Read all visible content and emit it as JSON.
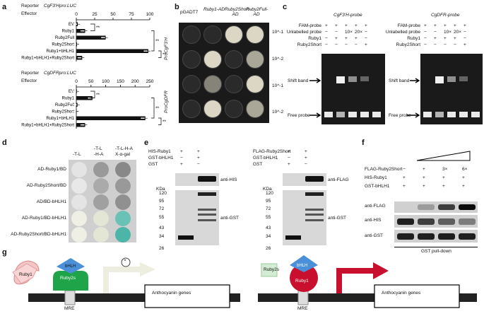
{
  "letters": {
    "a": "a",
    "b": "b",
    "c": "c",
    "d": "d",
    "e": "e",
    "f": "f",
    "g": "g"
  },
  "panel_a": {
    "reporter_label": "Reporter",
    "effector_label": "Effector",
    "top_reporter": "CgF3'Hpro:LUC",
    "bottom_reporter": "CgDFRpro:LUC",
    "rows": [
      "EV",
      "Ruby1",
      "Ruby2Full",
      "Ruby2Short",
      "Ruby1+bHLH1",
      "Ruby1+bHLH1+Ruby2Short"
    ],
    "sig": "**"
  },
  "chart_data": [
    {
      "type": "bar",
      "orientation": "horizontal",
      "title": "CgF3'Hpro:LUC",
      "categories": [
        "EV",
        "Ruby1",
        "Ruby2Full",
        "Ruby2Short",
        "Ruby1+bHLH1",
        "Ruby1+bHLH1+Ruby2Short"
      ],
      "values": [
        2,
        12,
        40,
        1,
        98,
        8
      ],
      "xticks": [
        0,
        25,
        50,
        75,
        100
      ],
      "xlim": [
        0,
        100
      ],
      "xlabel": "",
      "ylabel": ""
    },
    {
      "type": "bar",
      "orientation": "horizontal",
      "title": "CgDFRpro:LUC",
      "categories": [
        "EV",
        "Ruby1",
        "Ruby2Full",
        "Ruby2Short",
        "Ruby1+bHLH1",
        "Ruby1+bHLH1+Ruby2Short"
      ],
      "values": [
        2,
        55,
        4,
        1,
        235,
        30
      ],
      "xticks": [
        0,
        50,
        100,
        150,
        200,
        250
      ],
      "xlim": [
        0,
        250
      ],
      "xlabel": "",
      "ylabel": ""
    }
  ],
  "panel_b": {
    "cols": [
      "pGADT7",
      "Ruby1-AD",
      "Ruby2Short-AD",
      "Ruby2Full-AD"
    ],
    "rows": [
      "ProCgF3'H",
      "ProCgDFR"
    ],
    "dilutions": [
      "10^-1",
      "10^-2",
      "10^-1",
      "10^-2"
    ]
  },
  "panel_c": {
    "left_title": "CgF3'H-probe",
    "right_title": "CgDFR-probe",
    "row_labels": [
      "FAM-probe",
      "Unlabelled probe",
      "Ruby1",
      "Ruby2Short"
    ],
    "fam": [
      "+",
      "+",
      "+",
      "+",
      "+"
    ],
    "unlabelled": [
      "−",
      "−",
      "10×",
      "20×",
      "−"
    ],
    "ruby1": [
      "−",
      "+",
      "+",
      "+",
      "−"
    ],
    "ruby2": [
      "−",
      "−",
      "−",
      "−",
      "+"
    ],
    "shift": "Shift band",
    "free": "Free probe"
  },
  "panel_d": {
    "cols": [
      "-T-L",
      "-T-L-H-A",
      "-T-L-H-A X-α-gal"
    ],
    "rows": [
      "AD-Ruby1/BD",
      "AD-Ruby2Short/BD",
      "AD/BD-bHLH1",
      "AD-Ruby1/BD-bHLH1",
      "AD-Ruby2Short/BD-bHLH1"
    ]
  },
  "panel_e": {
    "left": {
      "rows": [
        "HIS-Ruby1",
        "GST-bHLH1",
        "GST"
      ],
      "v1": [
        "+",
        "−",
        "+"
      ],
      "v2": [
        "+",
        "+",
        "−"
      ],
      "top_ab": "anti-HIS",
      "bot_ab": "anti-GST"
    },
    "right": {
      "rows": [
        "FLAG-Ruby2Short",
        "GST-bHLH1",
        "GST"
      ],
      "v1": [
        "+",
        "−",
        "+"
      ],
      "v2": [
        "+",
        "+",
        "−"
      ],
      "top_ab": "anti-FLAG",
      "bot_ab": "anti-GST"
    },
    "kda": "KDa",
    "markers": [
      "120",
      "95",
      "72",
      "55",
      "43",
      "34",
      "26"
    ]
  },
  "panel_f": {
    "rows": [
      "FLAG-Ruby2Short",
      "HIS-Ruby1",
      "GST-bHLH1"
    ],
    "flag": [
      "−",
      "+",
      "3×",
      "6×"
    ],
    "his": [
      "+",
      "+",
      "+",
      "+"
    ],
    "gst": [
      "+",
      "+",
      "+",
      "+"
    ],
    "antibodies": [
      "anti-FLAG",
      "anti-HIS",
      "anti-GST"
    ],
    "footer": "GST pull-down"
  },
  "panel_g": {
    "ruby1": "Ruby1",
    "ruby2": "Ruby2s",
    "bhlh": "bHLH",
    "mre": "MRE",
    "genes": "Anthocyanin genes",
    "block": "×"
  }
}
